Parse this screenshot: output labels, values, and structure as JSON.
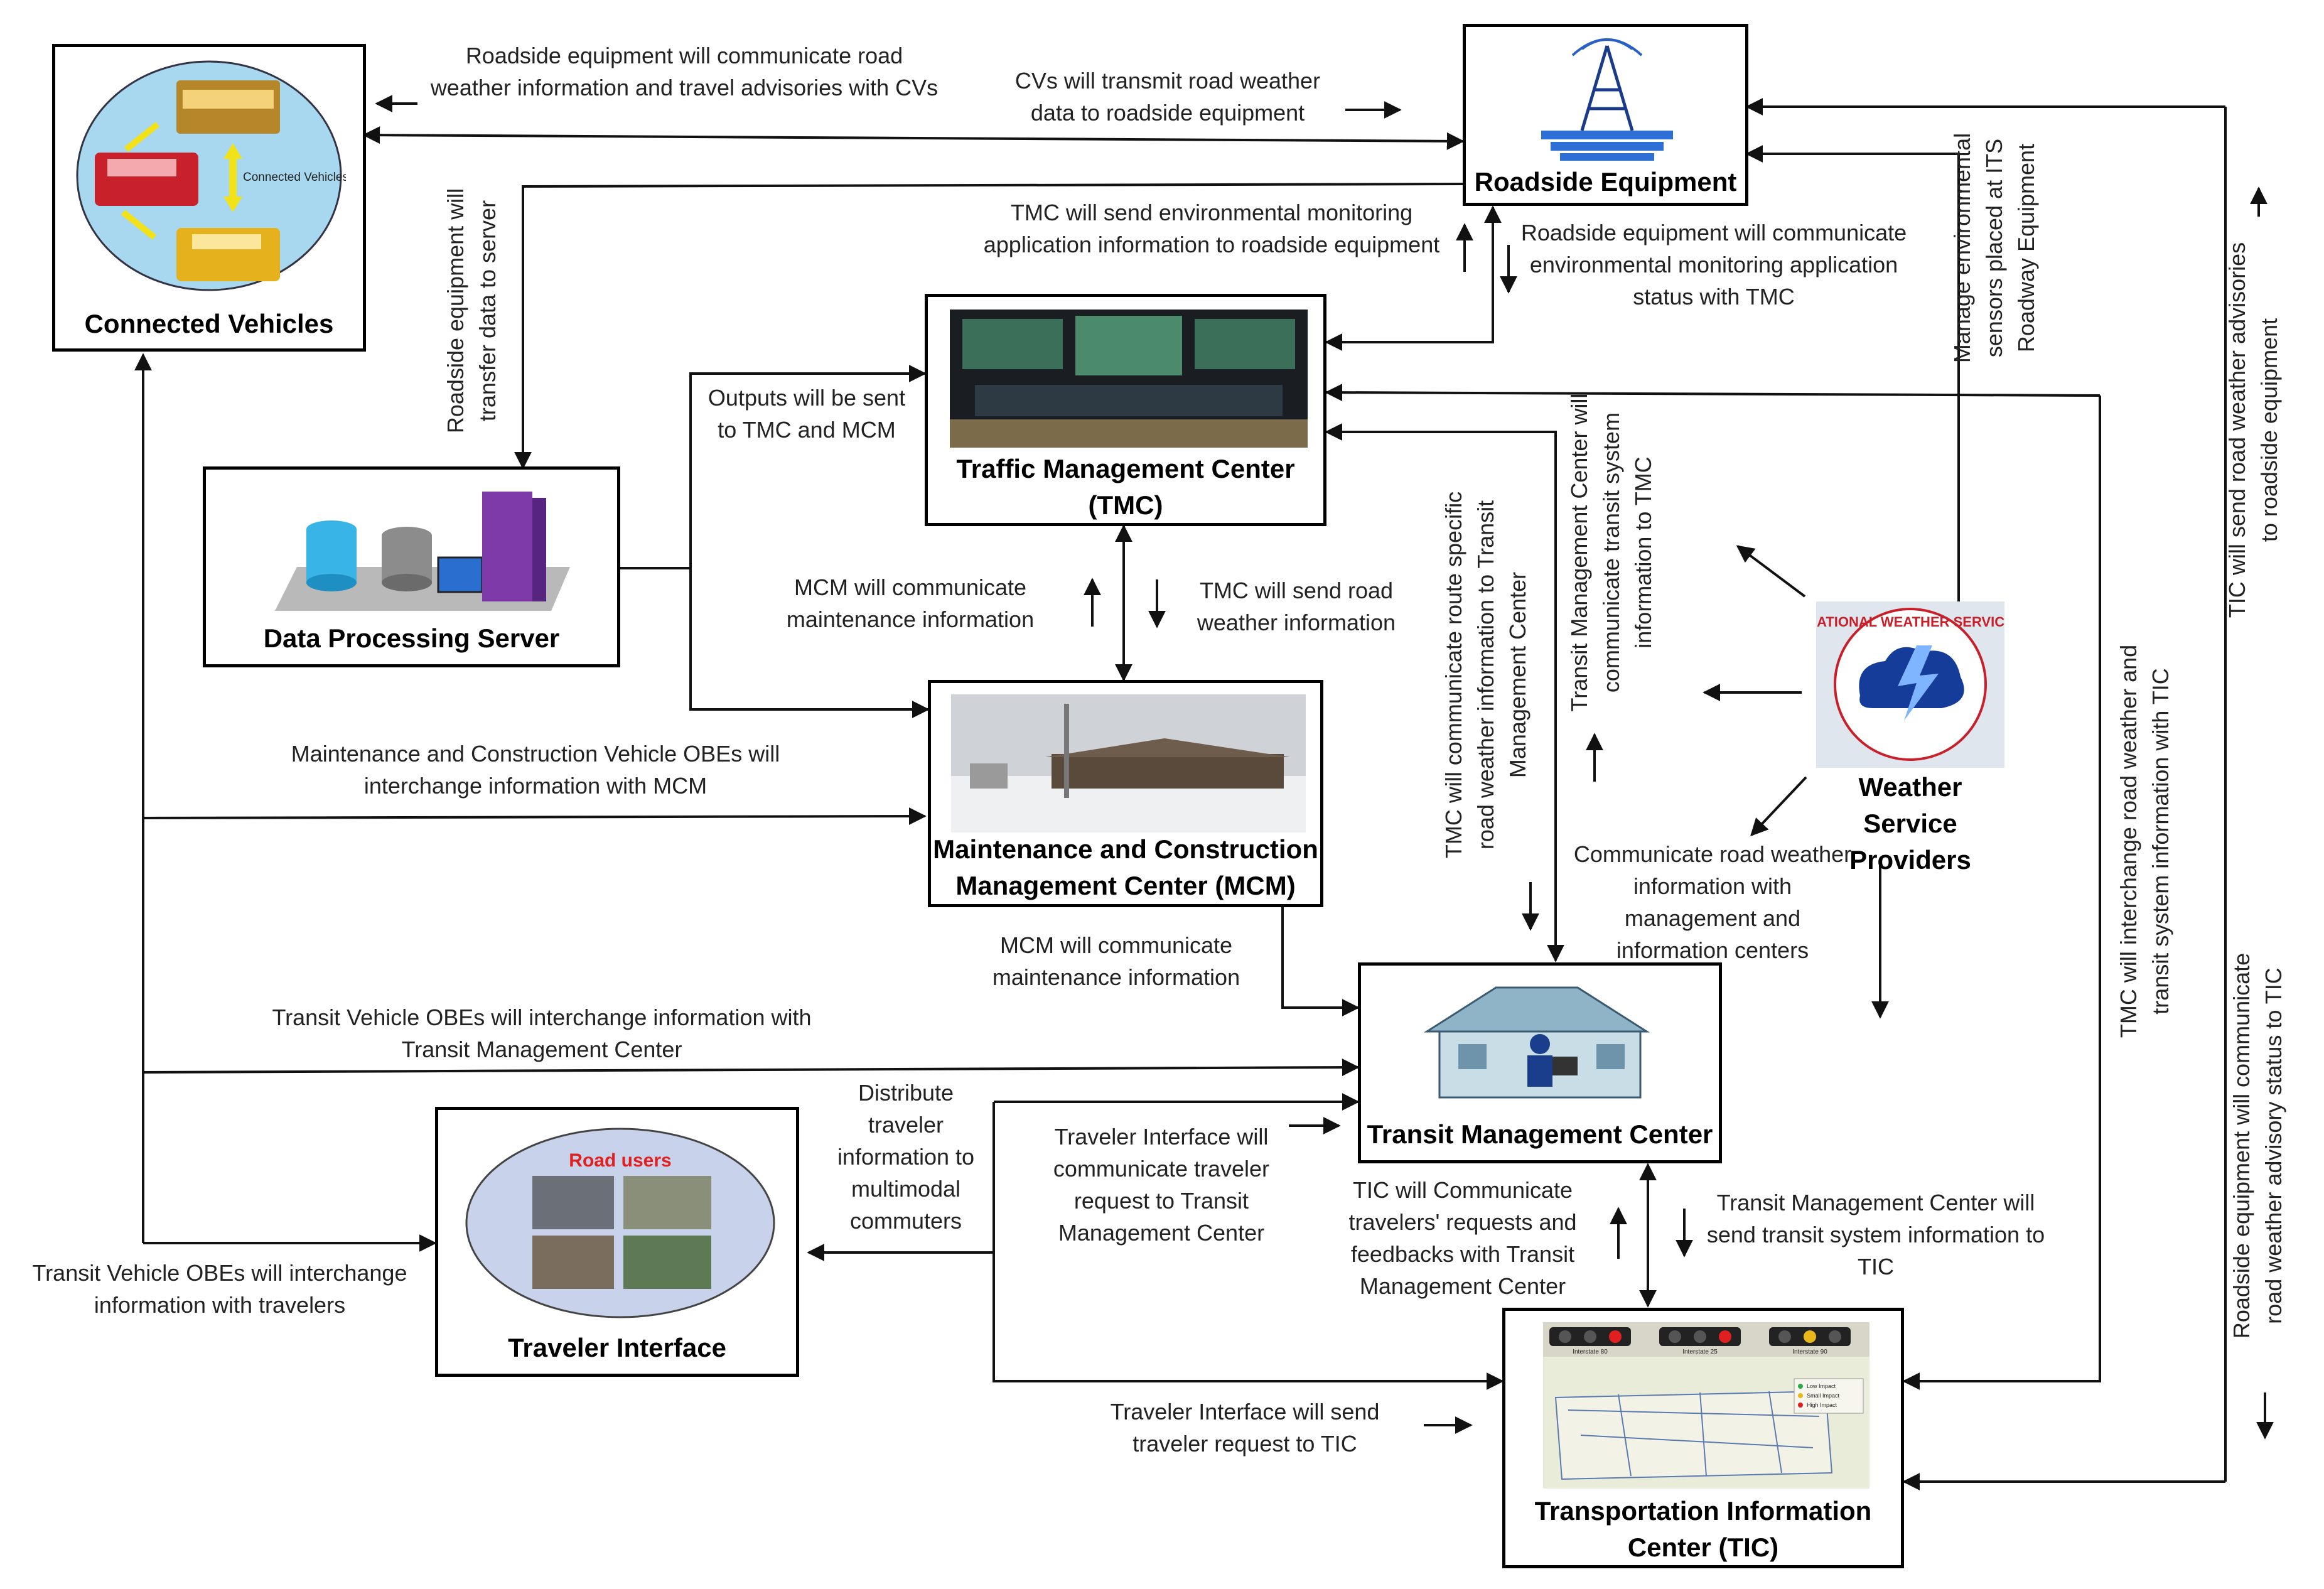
{
  "nodes": {
    "connected_vehicles": {
      "title": "Connected Vehicles",
      "image_caption": "Connected Vehicles"
    },
    "roadside_equipment": {
      "title": "Roadside Equipment"
    },
    "data_processing_server": {
      "title": "Data Processing Server"
    },
    "tmc": {
      "title": "Traffic Management Center (TMC)"
    },
    "mcm": {
      "title": "Maintenance and Construction Management Center (MCM)"
    },
    "transit_management_center": {
      "title": "Transit Management Center"
    },
    "traveler_interface": {
      "title": "Traveler Interface",
      "image_caption": "Road users"
    },
    "tic": {
      "title": "Transportation Information Center (TIC)"
    },
    "weather_service": {
      "title": "Weather Service Providers",
      "logo_text": "NATIONAL WEATHER SERVICE"
    }
  },
  "labels": {
    "rse_to_cv": "Roadside equipment will communicate road weather information and travel advisories with CVs",
    "cv_to_rse": "CVs will transmit road weather data to roadside equipment",
    "rse_to_server": "Roadside equipment will transfer data to server",
    "tmc_to_rse": "TMC will send environmental monitoring application information to roadside equipment",
    "rse_to_tmc": "Roadside equipment will communicate environmental monitoring application status with TMC",
    "manage_sensors": "Manage environmental sensors placed at ITS Roadway Equipment",
    "tic_to_rse": "TIC will send road weather advisories to roadside equipment",
    "outputs": "Outputs will be sent to TMC and MCM",
    "mcm_to_tmc": "MCM will communicate maintenance information",
    "tmc_to_mcm": "TMC will send road weather information",
    "maint_obe": "Maintenance and Construction Vehicle OBEs will interchange information with MCM",
    "tmc_route_weather": "TMC will communicate route specific road weather information to Transit Management Center",
    "transit_to_tmc": "Transit Management Center will communicate transit system information to TMC",
    "tmc_tic": "TMC will interchange road weather and transit system information with TIC",
    "rse_to_tic": "Roadside equipment will communicate road weather advisory status to TIC",
    "weather_comm": "Communicate road weather information with management and information centers",
    "mcm_to_transit": "MCM will communicate maintenance information",
    "transit_obe": "Transit Vehicle OBEs will interchange information with Transit Management Center",
    "distribute": "Distribute traveler information to multimodal commuters",
    "ti_to_transit": "Traveler Interface will communicate traveler request to Transit Management Center",
    "tic_to_transit": "TIC will Communicate travelers' requests and feedbacks with Transit Management Center",
    "transit_to_tic": "Transit Management Center will send transit system information to TIC",
    "transit_obe_travelers": "Transit Vehicle OBEs will interchange information with travelers",
    "ti_to_tic": "Traveler Interface will send traveler request to TIC"
  },
  "tic_map": {
    "signals": [
      "Interstate 80",
      "Interstate 25",
      "Interstate 90"
    ],
    "legend": [
      "Low Impact",
      "Small Impact",
      "High Impact"
    ]
  },
  "colors": {
    "line": "#111111",
    "border": "#000000",
    "label": "#222222"
  }
}
